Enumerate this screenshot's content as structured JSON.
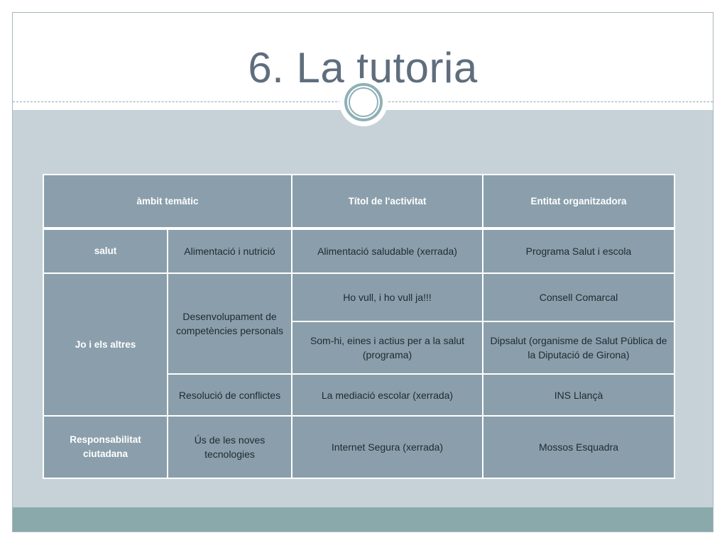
{
  "slide": {
    "title": "6. La tutoria"
  },
  "table": {
    "headers": {
      "ambit": "àmbit temàtic",
      "titol": "Títol de l'activitat",
      "entitat": "Entitat organitzadora"
    },
    "rows": {
      "salut": {
        "ambit": "salut",
        "subambit": "Alimentació i nutrició",
        "titol": "Alimentació saludable (xerrada)",
        "entitat": "Programa Salut i escola"
      },
      "jo": {
        "ambit": "Jo i els altres",
        "subambit1": "Desenvolupament de competències personals",
        "titol1": "Ho vull, i ho vull ja!!!",
        "entitat1": "Consell Comarcal",
        "titol2": "Som-hi, eines i actius per a la salut (programa)",
        "entitat2": "Dipsalut (organisme de Salut Pública de la Diputació de Girona)",
        "subambit2": "Resolució de conflictes",
        "titol3": "La mediació escolar (xerrada)",
        "entitat3": "INS Llançà"
      },
      "resp": {
        "ambit": "Responsabilitat ciutadana",
        "subambit": "Ús de les noves tecnologies",
        "titol": "Internet Segura (xerrada)",
        "entitat": "Mossos Esquadra"
      }
    }
  },
  "colors": {
    "title": "#5f6e7d",
    "cell": "#8a9fab",
    "body_bg": "#c6d2d8",
    "footer": "#8aa9aa",
    "accent_ring": "#8fb0b6"
  }
}
